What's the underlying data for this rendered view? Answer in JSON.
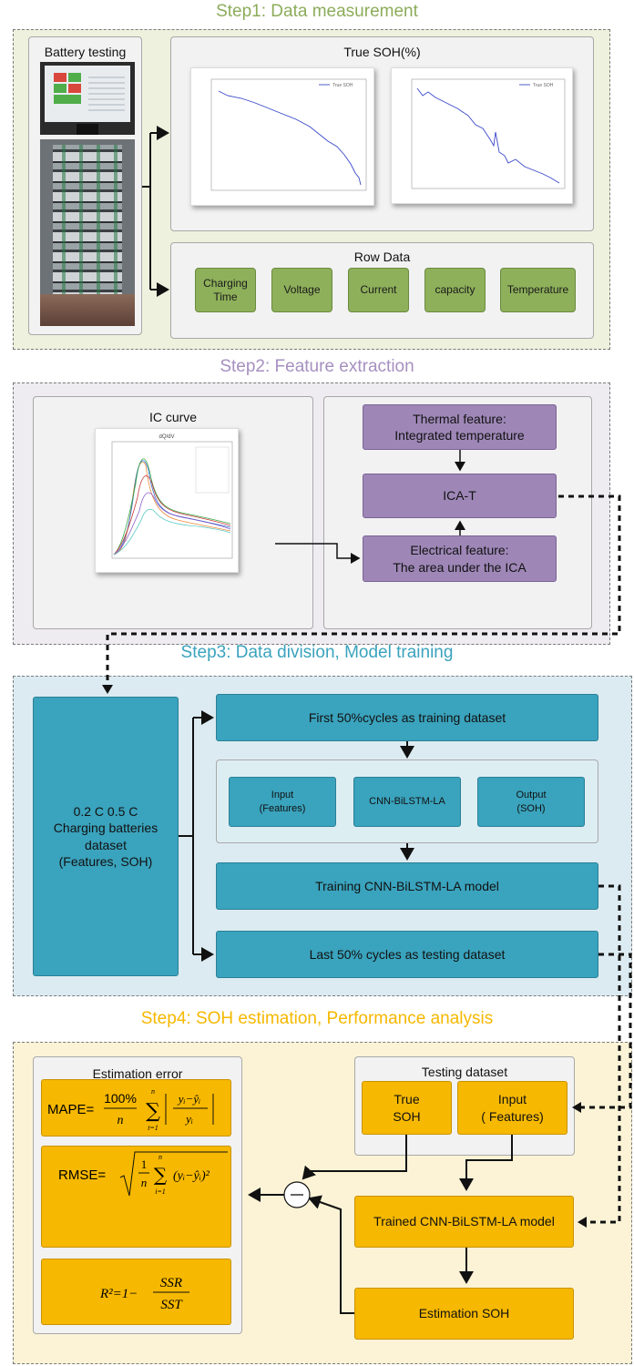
{
  "step1": {
    "title": "Step1: Data measurement",
    "battery_label": "Battery testing",
    "true_soh_label": "True SOH(%)",
    "row_data_label": "Row Data",
    "row_items": [
      "Charging\nTime",
      "Voltage",
      "Current",
      "capacity",
      "Temperature"
    ],
    "chart1_legend": "True SOH",
    "chart2_legend": "True SOH"
  },
  "step2": {
    "title": "Step2: Feature extraction",
    "ic_label": "IC curve",
    "ic_chart_title": "dQ/dV",
    "thermal": "Thermal feature:\nIntegrated temperature",
    "icat": "ICA-T",
    "electrical": "Electrical feature:\nThe area under the ICA"
  },
  "step3": {
    "title": "Step3: Data division, Model training",
    "dataset": "0.2 C  0.5 C\nCharging batteries\ndataset\n(Features, SOH)",
    "first": "First 50%cycles as training dataset",
    "input": "Input\n(Features)",
    "model": "CNN-BiLSTM-LA",
    "output": "Output\n(SOH)",
    "training": "Training CNN-BiLSTM-LA model",
    "last": "Last 50% cycles as testing dataset"
  },
  "step4": {
    "title": "Step4: SOH estimation, Performance analysis",
    "error_label": "Estimation error",
    "testing_label": "Testing dataset",
    "true_soh": "True\nSOH",
    "input": "Input\n( Features)",
    "trained": "Trained CNN-BiLSTM-LA model",
    "estimation": "Estimation SOH",
    "mape_lhs": "MAPE=",
    "rmse_lhs": "RMSE=",
    "r2_text": "R²=1−"
  },
  "colors": {
    "step1": "#8cac5a",
    "step2": "#a690c0",
    "step3": "#3aa3bd",
    "step4": "#f6b800"
  }
}
